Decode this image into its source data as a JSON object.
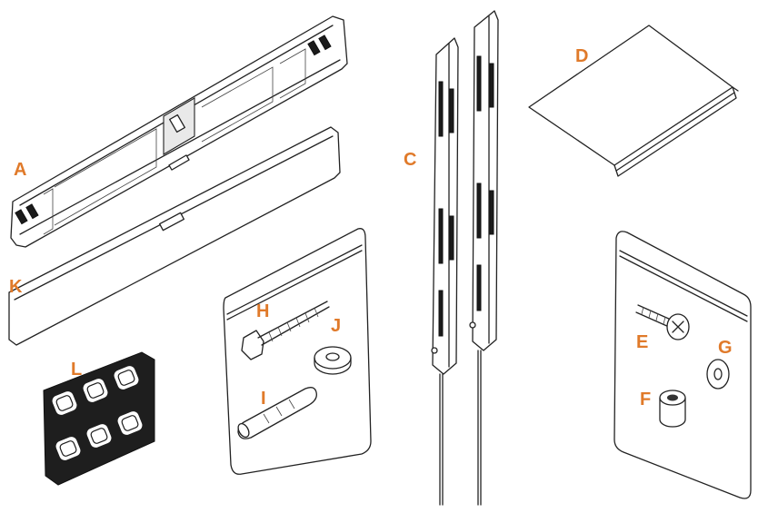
{
  "accent_color": "#E07A2A",
  "parts": [
    {
      "id": "a",
      "label": "A",
      "icon": "tv-mounting-bracket-plate-icon"
    },
    {
      "id": "b",
      "label": "C",
      "icon": "vertical-wall-rails-icon"
    },
    {
      "id": "c",
      "label": "D",
      "icon": "instruction-manual-icon"
    },
    {
      "id": "d",
      "label": "E",
      "icon": "machine-screw-icon"
    },
    {
      "id": "e",
      "label": "F",
      "icon": "spacer-icon"
    },
    {
      "id": "f",
      "label": "G",
      "icon": "washer-icon"
    },
    {
      "id": "g",
      "label": "H",
      "icon": "wood-screw-icon"
    },
    {
      "id": "h",
      "label": "I",
      "icon": "wall-anchor-icon"
    },
    {
      "id": "i",
      "label": "J",
      "icon": "washer-icon"
    },
    {
      "id": "j",
      "label": "K",
      "icon": "cover-strip-icon"
    },
    {
      "id": "k",
      "label": "L",
      "icon": "foam-pads-sheet-icon"
    }
  ]
}
